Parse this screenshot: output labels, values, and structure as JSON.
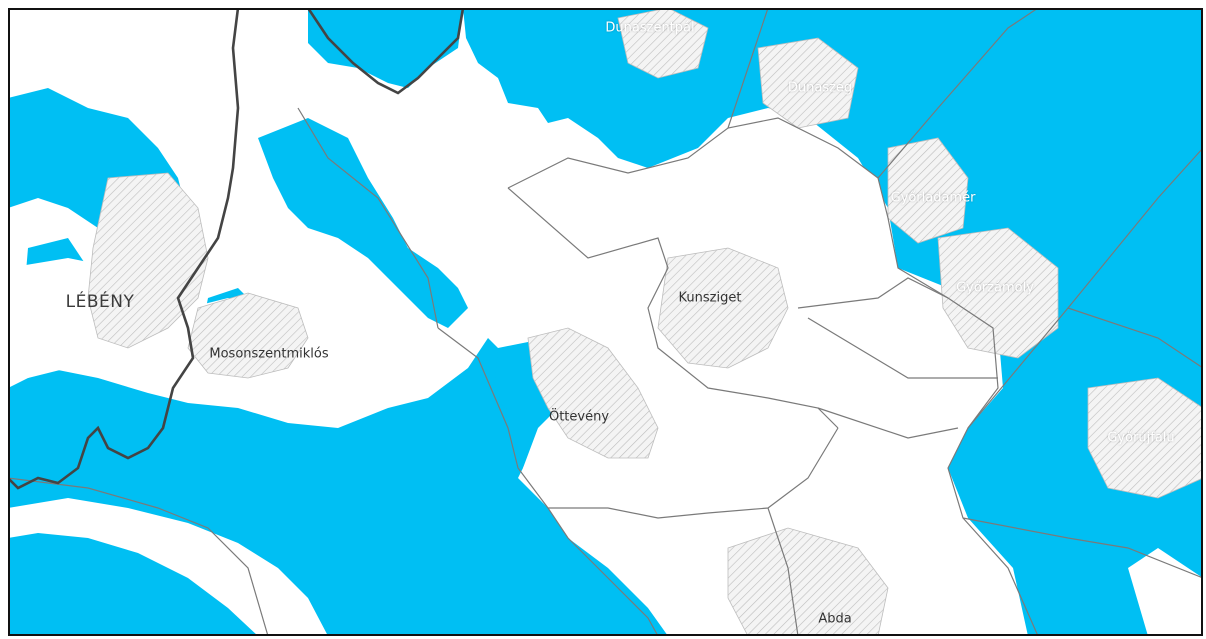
{
  "map": {
    "colors": {
      "water": "#00bff3",
      "land": "#ffffff",
      "admin_boundary": "#7a7a7a",
      "county_boundary": "#444444",
      "settlement_hatch": "#bdbdbd",
      "frame": "#111111"
    },
    "places": [
      {
        "id": "lebeny",
        "name": "LÉBÉNY",
        "style": "large",
        "shade": "dark"
      },
      {
        "id": "mosonszentmiklos",
        "name": "Mosonszentmiklós",
        "style": "normal",
        "shade": "dark"
      },
      {
        "id": "kunsziget",
        "name": "Kunsziget",
        "style": "normal",
        "shade": "dark"
      },
      {
        "id": "ottevey",
        "name": "Öttevény",
        "style": "normal",
        "shade": "dark"
      },
      {
        "id": "dunaszentpal",
        "name": "Dunaszentpál",
        "style": "normal",
        "shade": "light"
      },
      {
        "id": "dunaszeg",
        "name": "Dunaszeg",
        "style": "normal",
        "shade": "light"
      },
      {
        "id": "gyorladamer",
        "name": "Győrladamér",
        "style": "normal",
        "shade": "light"
      },
      {
        "id": "gyorzamoly",
        "name": "Győrzámoly",
        "style": "normal",
        "shade": "light"
      },
      {
        "id": "gyorujfalu",
        "name": "Győrújfalu",
        "style": "normal",
        "shade": "light"
      },
      {
        "id": "abda",
        "name": "Abda",
        "style": "normal",
        "shade": "dark"
      }
    ]
  }
}
